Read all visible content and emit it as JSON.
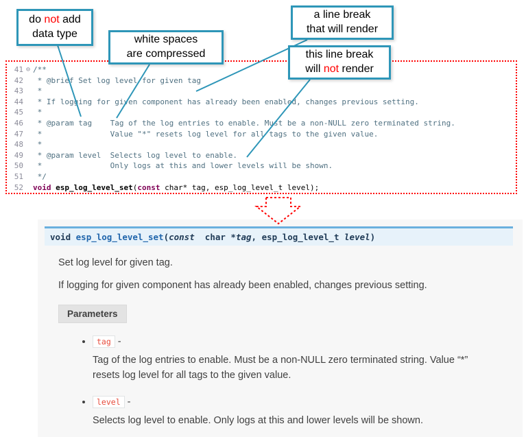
{
  "colors": {
    "callout_border": "#2e96b8",
    "highlight_red": "#ff0000",
    "comment_text": "#4f7081",
    "keyword_text": "#7f0055",
    "signature_bg": "#e7f2fa",
    "signature_border": "#6ab0de",
    "param_chip_text": "#e74c3c",
    "doc_panel_bg": "#f7f7f7"
  },
  "callouts": {
    "c1": {
      "l1_pre": "do ",
      "l1_not": "not",
      "l1_post": " add",
      "l2": "data type"
    },
    "c2": {
      "l1": "white spaces",
      "l2": "are compressed"
    },
    "c3": {
      "l1": "a line break",
      "l2": "that will render"
    },
    "c4": {
      "l1": "this line break",
      "l2_pre": "will ",
      "l2_not": "not",
      "l2_post": " render"
    }
  },
  "code": {
    "lines": [
      {
        "num": "41",
        "fold": "⊖",
        "segs": [
          {
            "t": "/**",
            "c": "cmt"
          }
        ]
      },
      {
        "num": "42",
        "segs": [
          {
            "t": " * @brief Set log level for given tag",
            "c": "cmt"
          }
        ]
      },
      {
        "num": "43",
        "segs": [
          {
            "t": " *",
            "c": "cmt"
          }
        ]
      },
      {
        "num": "44",
        "segs": [
          {
            "t": " * If logging for given component has already been enabled, changes previous setting.",
            "c": "cmt"
          }
        ]
      },
      {
        "num": "45",
        "segs": [
          {
            "t": " *",
            "c": "cmt"
          }
        ]
      },
      {
        "num": "46",
        "segs": [
          {
            "t": " * @param tag    Tag of the log entries to enable. Must be a non-NULL zero terminated string.",
            "c": "cmt"
          }
        ]
      },
      {
        "num": "47",
        "segs": [
          {
            "t": " *               Value \"*\" resets log level for all tags to the given value.",
            "c": "cmt"
          }
        ]
      },
      {
        "num": "48",
        "segs": [
          {
            "t": " *",
            "c": "cmt"
          }
        ]
      },
      {
        "num": "49",
        "segs": [
          {
            "t": " * @param level  Selects log level to enable.",
            "c": "cmt"
          }
        ]
      },
      {
        "num": "50",
        "segs": [
          {
            "t": " *               Only logs at this and lower levels will be shown.",
            "c": "cmt"
          }
        ]
      },
      {
        "num": "51",
        "segs": [
          {
            "t": " */",
            "c": "cmt"
          }
        ]
      },
      {
        "num": "52",
        "segs": [
          {
            "t": "void",
            "c": "kw"
          },
          {
            "t": " ",
            "c": "pl"
          },
          {
            "t": "esp_log_level_set",
            "c": "fn"
          },
          {
            "t": "(",
            "c": "pl"
          },
          {
            "t": "const",
            "c": "kw"
          },
          {
            "t": " char* tag, esp_log_level_t level);",
            "c": "pl"
          }
        ]
      }
    ]
  },
  "doc": {
    "sig": {
      "ret": "void ",
      "name": "esp_log_level_set",
      "open": "(",
      "const_kw": "const ",
      "char_type": " char *",
      "tag": "tag",
      "sep": ", ",
      "type": "esp_log_level_t ",
      "level": "level",
      "close": ")"
    },
    "p1": "Set log level for given tag.",
    "p2": "If logging for given component has already been enabled, changes previous setting.",
    "params_label": "Parameters",
    "params": [
      {
        "name": "tag",
        "dash": " -",
        "desc": "Tag of the log entries to enable. Must be a non-NULL zero terminated string. Value “*” resets log level for all tags to the given value."
      },
      {
        "name": "level",
        "dash": " -",
        "desc": "Selects log level to enable. Only logs at this and lower levels will be shown."
      }
    ]
  }
}
